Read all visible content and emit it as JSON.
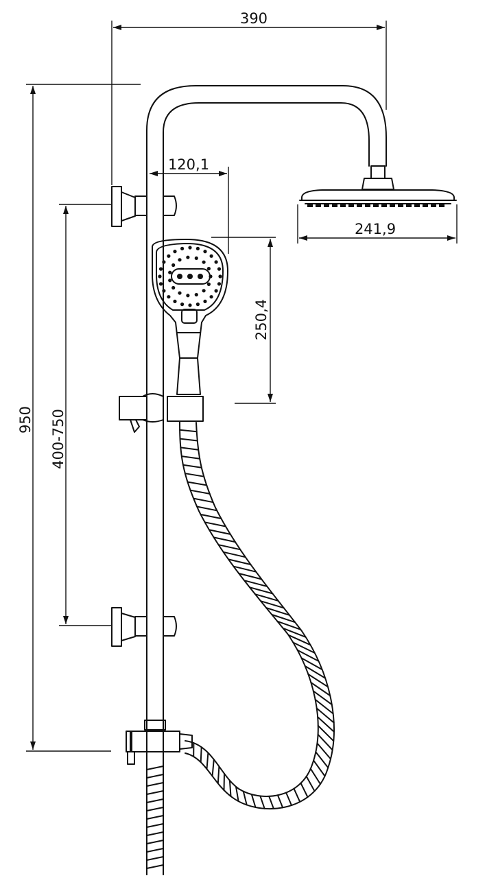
{
  "dimensions": {
    "total_width": "390",
    "total_height": "950",
    "slide_range": "400-750",
    "arm_offset": "120,1",
    "hand_shower_length": "250,4",
    "head_diameter": "241,9"
  },
  "colors": {
    "line": "#111111",
    "background": "#ffffff"
  }
}
